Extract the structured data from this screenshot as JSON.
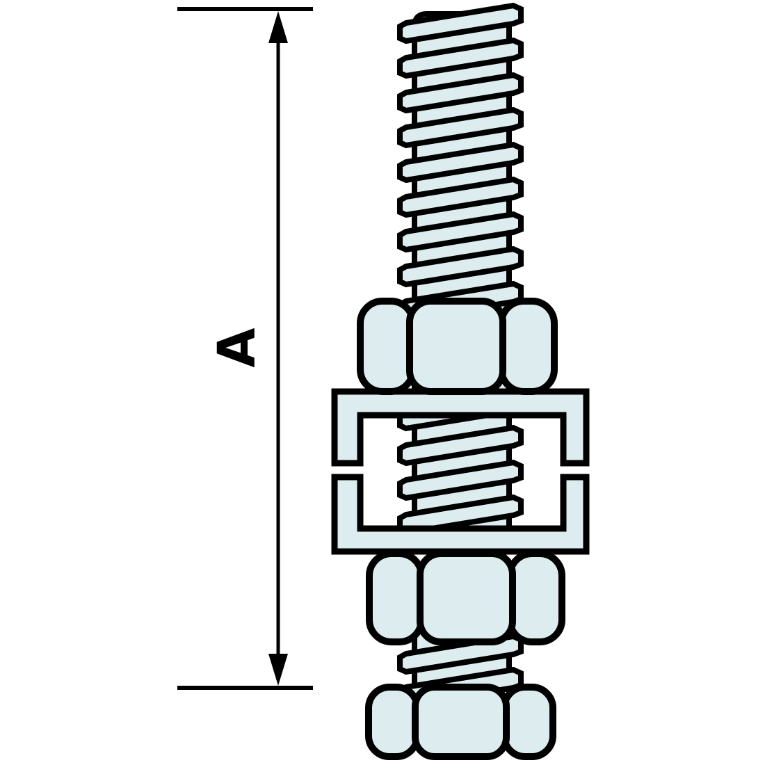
{
  "dimension": {
    "label": "A"
  },
  "colors": {
    "part_fill": "#ddedef",
    "outline": "#000000",
    "background": "#ffffff"
  },
  "parts": {
    "rod": "threaded-rod",
    "upper_nut": "hex-nut-upper",
    "channel": "strut-channel-cross-section",
    "middle_nut": "hex-nut-middle",
    "bottom_nut": "hex-nut-bottom"
  }
}
